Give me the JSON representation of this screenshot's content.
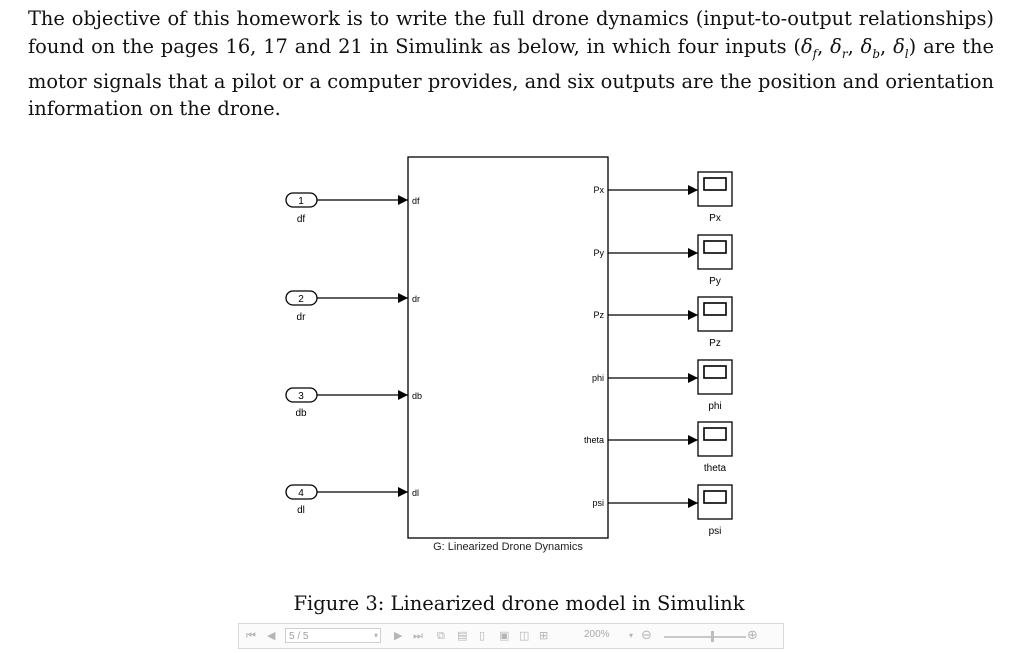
{
  "paragraph": {
    "text_before": "The objective of this homework is to write the full drone dynamics (input-to-output relationships) found on the pages 16, 17 and 21 in Simulink as below, in which four inputs ",
    "math": "(δf, δr, δb, δl)",
    "text_after": " are the motor signals that a pilot or a computer provides, and six outputs are the position and orientation information on the drone."
  },
  "diagram": {
    "inports": [
      {
        "number": "1",
        "name": "df"
      },
      {
        "number": "2",
        "name": "dr"
      },
      {
        "number": "3",
        "name": "db"
      },
      {
        "number": "4",
        "name": "dl"
      }
    ],
    "subsystem": {
      "label": "G: Linearized Drone Dynamics",
      "in_ports": [
        "df",
        "dr",
        "db",
        "dl"
      ],
      "out_ports": [
        "Px",
        "Py",
        "Pz",
        "phi",
        "theta",
        "psi"
      ]
    },
    "scopes": [
      "Px",
      "Py",
      "Pz",
      "phi",
      "theta",
      "psi"
    ]
  },
  "caption": "Figure 3: Linearized drone model in Simulink",
  "toolbar": {
    "page_indicator": "5 / 5",
    "zoom": "200%"
  }
}
